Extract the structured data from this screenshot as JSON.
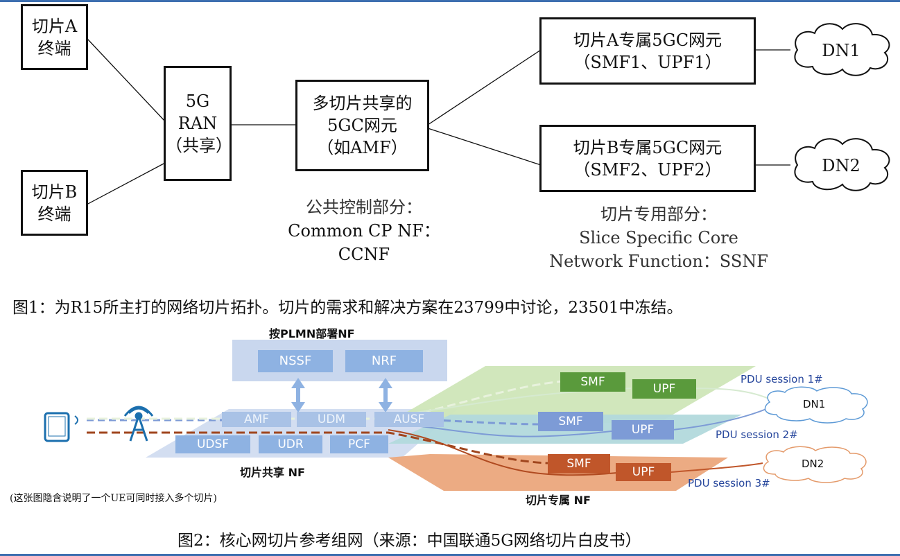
{
  "fig1": {
    "term_a": [
      "切片A",
      "终端"
    ],
    "term_b": [
      "切片B",
      "终端"
    ],
    "ran": [
      "5G",
      "RAN",
      "（共享）"
    ],
    "shared_nf": [
      "多切片共享的",
      "5GC网元",
      "（如AMF）"
    ],
    "slice_a_nf": [
      "切片A专属5GC网元",
      "（SMF1、UPF1）"
    ],
    "slice_b_nf": [
      "切片B专属5GC网元",
      "（SMF2、UPF2）"
    ],
    "dn1": "DN1",
    "dn2": "DN2",
    "common_cp": [
      "公共控制部分：",
      "Common CP NF：",
      "CCNF"
    ],
    "slice_specific": [
      "切片专用部分：",
      "Slice Specific Core",
      "Network Function：SSNF"
    ],
    "caption": "图1：为R15所主打的网络切片拓扑。切片的需求和解决方案在23799中讨论，23501中冻结。"
  },
  "fig2": {
    "plmn_title": "按PLMN部署NF",
    "plmn_nfs": [
      "NSSF",
      "NRF"
    ],
    "shared_nfs_top": [
      "AMF",
      "UDM",
      "AUSF"
    ],
    "shared_nfs_bottom": [
      "UDSF",
      "UDR",
      "PCF"
    ],
    "shared_label": "切片共享 NF",
    "dedicated_label": "切片专属 NF",
    "smf": "SMF",
    "upf": "UPF",
    "sessions": [
      "PDU session 1#",
      "PDU session 2#",
      "PDU session 3#"
    ],
    "dn1": "DN1",
    "dn2": "DN2",
    "note": "(这张图隐含说明了一个UE可同时接入多个切片)",
    "caption": "图2：核心网切片参考组网（来源：中国联通5G网络切片白皮书）",
    "colors": {
      "green": "#5a9a3c",
      "blue": "#7d9bd6",
      "orange": "#c0562a",
      "green_plane": "#cfe6b8",
      "blue_plane": "#b9dde0",
      "orange_plane": "#eba77c",
      "shared_plane": "#c9d7ee",
      "nf_box": "#8eb2e2"
    }
  }
}
